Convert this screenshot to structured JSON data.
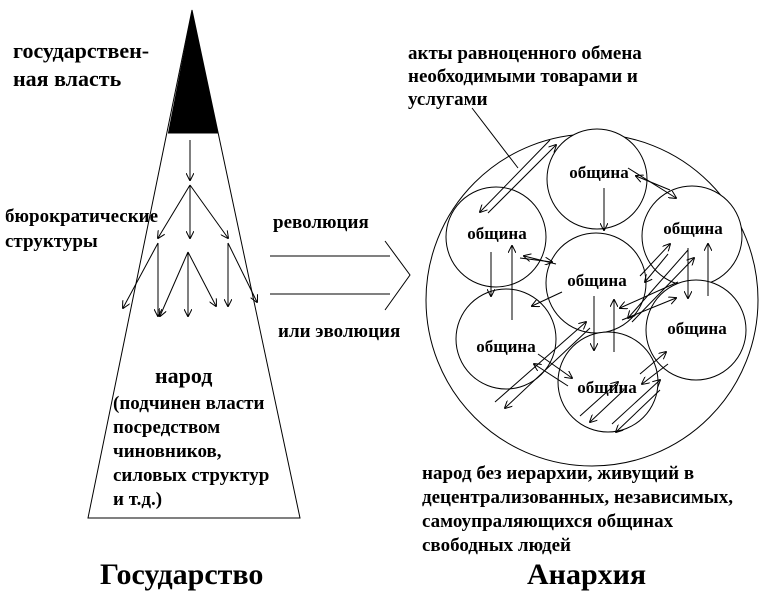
{
  "state": {
    "top_label_line1": "государствен-",
    "top_label_line2": "ная власть",
    "bureaucracy_line1": "бюрократические",
    "bureaucracy_line2": "структуры",
    "people_title": "народ",
    "people_desc": [
      "(подчинен власти",
      "посредством",
      "чиновников,",
      "силовых структур",
      "и т.д.)"
    ],
    "caption": "Государство"
  },
  "transition": {
    "revolution": "революция",
    "evolution": "или эволюция"
  },
  "anarchy": {
    "exchange_lines": [
      "акты равноценного обмена",
      "необходимыми товарами и",
      "услугами"
    ],
    "community_label": "община",
    "people_lines": [
      "народ без иерархии, живущий в",
      "децентрализованных, независимых,",
      "самоупраляющихся общинах",
      "свободных людей"
    ],
    "caption": "Анархия"
  }
}
